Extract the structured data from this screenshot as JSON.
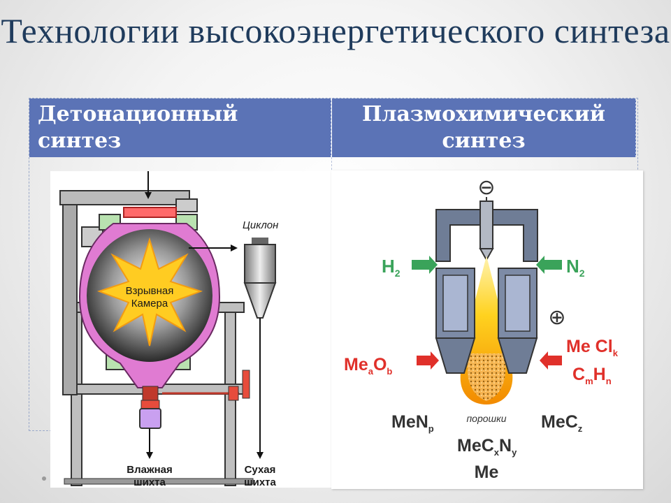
{
  "title": "Технологии высокоэнергетического синтеза",
  "table": {
    "col1_header": "Детонационный синтез",
    "col2_header": "Плазмохимический синтез"
  },
  "detonation_diagram": {
    "chamber_label_line1": "Взрывная",
    "chamber_label_line2": "Камера",
    "cyclone_label": "Циклон",
    "wet_charge_line1": "Влажная",
    "wet_charge_line2": "шихта",
    "dry_charge_line1": "Сухая",
    "dry_charge_line2": "шихта"
  },
  "plasma_diagram": {
    "minus_sign": "⊖",
    "plus_sign": "⊕",
    "left_gas": "H",
    "left_gas_sub": "2",
    "right_gas": "N",
    "right_gas_sub": "2",
    "oxide_main": "Me",
    "oxide_sub1": "a",
    "oxide_mid": "O",
    "oxide_sub2": "b",
    "chloride_main": "Me Cl",
    "chloride_sub": "k",
    "hydrocarbon_c": "C",
    "hydrocarbon_sub1": "m",
    "hydrocarbon_h": "H",
    "hydrocarbon_sub2": "n",
    "product_nitride": "MeN",
    "product_nitride_sub": "p",
    "powders_label": "порошки",
    "product_carbide": "MeC",
    "product_carbide_sub": "z",
    "product_carbonitride_a": "MeC",
    "product_carbonitride_sub1": "x",
    "product_carbonitride_b": "N",
    "product_carbonitride_sub2": "y",
    "product_metal": "Me"
  },
  "colors": {
    "title": "#1f3b5c",
    "header_bg": "#5b73b6",
    "chamber_wall": "#e07bd2",
    "gas_arrow": "#3aa35a",
    "reagent_red": "#e0302a"
  }
}
